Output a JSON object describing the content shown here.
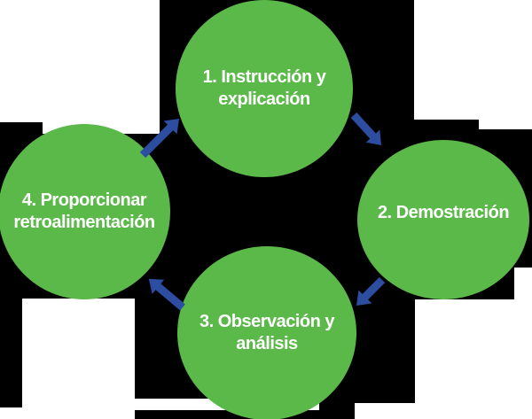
{
  "diagram": {
    "type": "cycle",
    "nodes": [
      {
        "step": "1",
        "line1": "1. Instrucción y",
        "line2": "explicación"
      },
      {
        "step": "2",
        "line1": "2. Demostración",
        "line2": ""
      },
      {
        "step": "3",
        "line1": "3. Observación y",
        "line2": "análisis"
      },
      {
        "step": "4",
        "line1": "4. Proporcionar",
        "line2": "retroalimentación"
      }
    ],
    "arrows": [
      {
        "from": "4",
        "to": "1"
      },
      {
        "from": "1",
        "to": "2"
      },
      {
        "from": "2",
        "to": "3"
      },
      {
        "from": "3",
        "to": "4"
      }
    ],
    "colors": {
      "node_fill": "#5bb949",
      "arrow": "#2c4da0",
      "text": "#ffffff",
      "background": "#000000",
      "patches": "#ffffff"
    }
  }
}
